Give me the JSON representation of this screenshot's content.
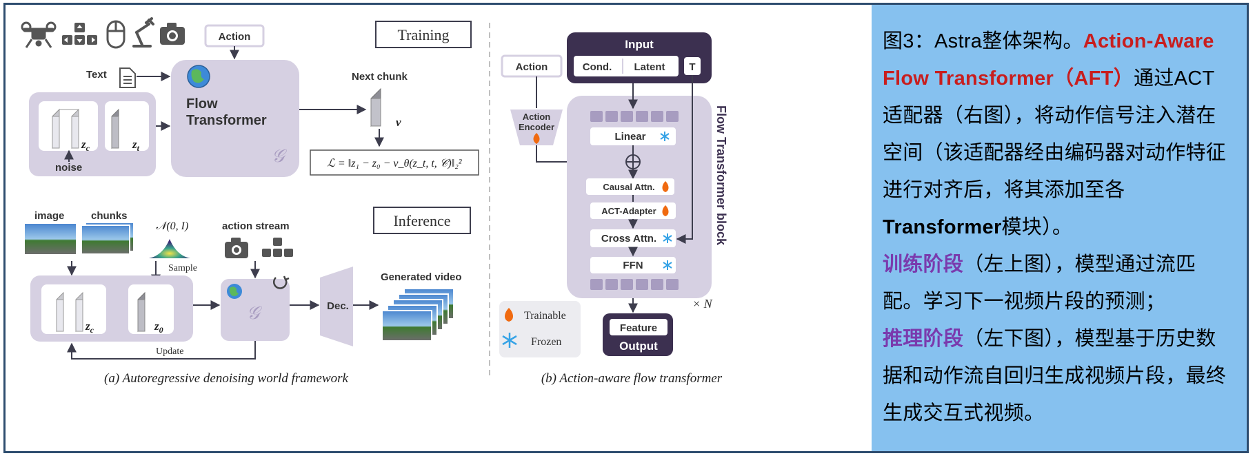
{
  "left": {
    "training_label": "Training",
    "inference_label": "Inference",
    "action_label": "Action",
    "text_label": "Text",
    "noise_label": "noise",
    "z_c": "z",
    "z_c_sub": "c",
    "z_t": "z",
    "z_t_sub": "t",
    "z_0": "z",
    "z_0_sub": "0",
    "flow_transformer_line1": "Flow",
    "flow_transformer_line2": "Transformer",
    "g_symbol": "𝒢",
    "next_chunk": "Next chunk",
    "v_symbol": "v",
    "loss_formula": "ℒ = ‖z₁ − z₀ − v_θ(z_t, t, 𝒞)‖₂²",
    "image_label": "image",
    "chunks_label": "chunks",
    "normal_label": "𝒩(0, I)",
    "sample_label": "Sample",
    "action_stream_label": "action stream",
    "dec_label": "Dec.",
    "generated_video_label": "Generated video",
    "update_label": "Update",
    "caption_a": "(a) Autoregressive denoising world framework"
  },
  "right": {
    "input_label": "Input",
    "action_label": "Action",
    "cond_label": "Cond.",
    "latent_label": "Latent",
    "t_label": "T",
    "action_encoder_line1": "Action",
    "action_encoder_line2": "Encoder",
    "linear_label": "Linear",
    "causal_attn_label": "Causal Attn.",
    "act_adapter_label": "ACT-Adapter",
    "cross_attn_label": "Cross Attn.",
    "ffn_label": "FFN",
    "block_label": "Flow Transformer block",
    "times_n": "× N",
    "feature_label": "Feature",
    "output_label": "Output",
    "trainable_label": "Trainable",
    "frozen_label": "Frozen",
    "caption_b": "(b) Action-aware flow transformer"
  },
  "caption": {
    "p1_prefix": "图3：Astra整体架构。",
    "p1_red": "Action-Aware Flow Transformer（AFT）",
    "p1_mid": "通过ACT适配器（右图），将动作信号注入潜在空间（该适配器经由编码器对动作特征进行对齐后，将其添加至各",
    "p1_bold": "Transformer",
    "p1_end": "模块）。",
    "p2_purple": "训练阶段",
    "p2_text": "（左上图），模型通过流匹配。学习下一视频片段的预测；",
    "p3_purple": "推理阶段",
    "p3_text": "（左下图），模型基于历史数据和动作流自回归生成视频片段，最终生成交互式视频。"
  },
  "colors": {
    "box_lavender": "#d6d0e2",
    "box_dark": "#3c3050",
    "panel_blue": "#86c1ef",
    "caption_red": "#c81e1e",
    "caption_purple": "#7a3aad",
    "frozen_blue": "#36a3e6",
    "trainable_orange": "#f06a10"
  }
}
